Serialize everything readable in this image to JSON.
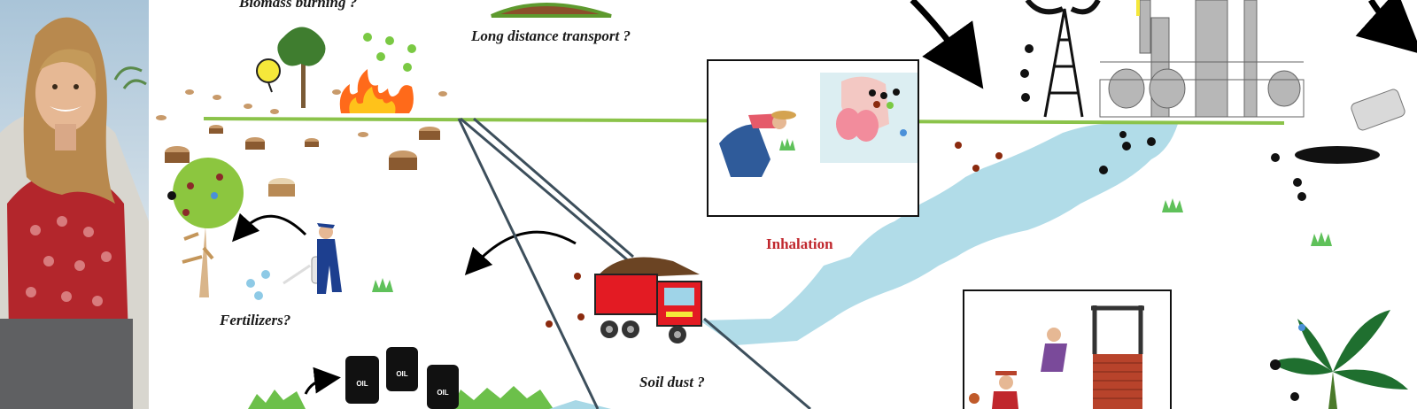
{
  "labels": {
    "biomass": "Biomass burning ?",
    "transport": "Long distance transport ?",
    "inhalation": "Inhalation",
    "fertilizers": "Fertilizers?",
    "soil_dust": "Soil dust ?"
  },
  "barrel_text": "OIL",
  "colors": {
    "ground_line": "#8bc34a",
    "water": "#a8d8e6",
    "fire": "#ff6a1a",
    "text_red": "#c0272d",
    "truck_red": "#e31b23",
    "oil": "#111111"
  }
}
